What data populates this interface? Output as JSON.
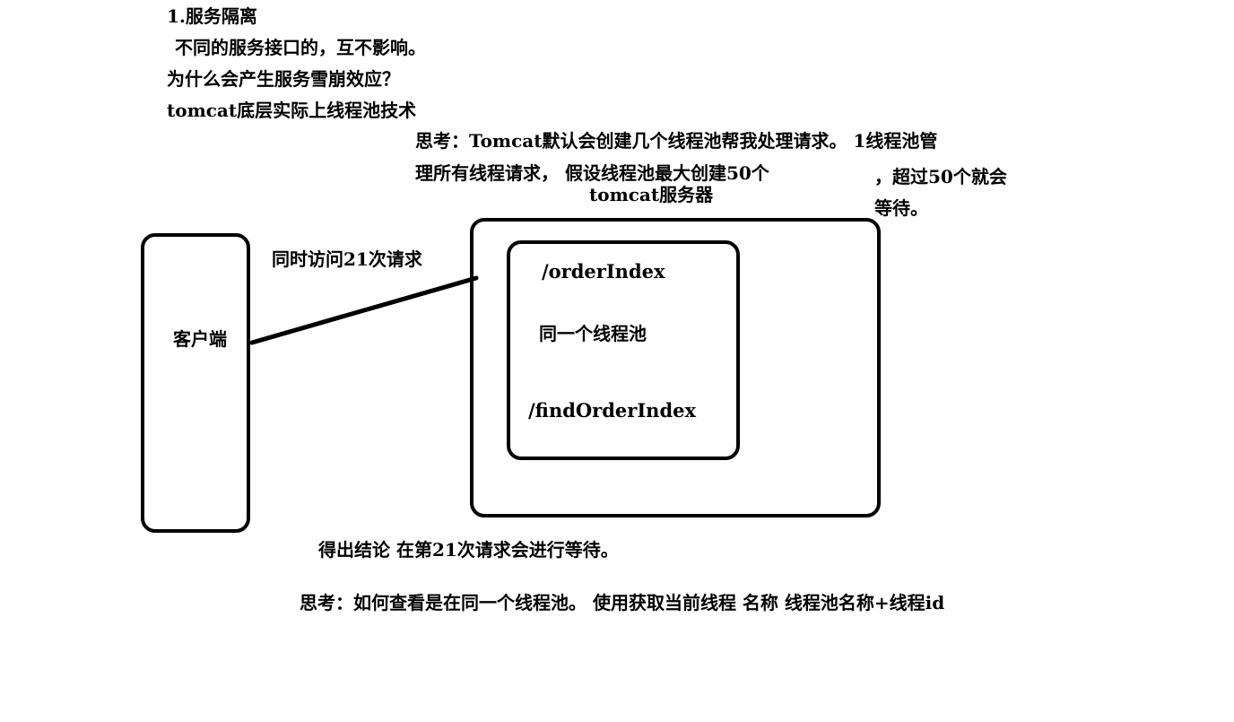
{
  "notes": {
    "heading": "1.服务隔离",
    "line1": "不同的服务接口的，互不影响。",
    "line2": "为什么会产生服务雪崩效应？",
    "line3": "tomcat底层实际上线程池技术"
  },
  "thinking": {
    "part1": "思考：Tomcat默认会创建几个线程池帮我处理请求。 1线程池管",
    "part2": "理所有线程请求， 假设线程池最大创建50个",
    "part3": "，超过50个就会",
    "part4": "等待。"
  },
  "diagram": {
    "server_label": "tomcat服务器",
    "client_label": "客户端",
    "request_label": "同时访问21次请求",
    "endpoint1": "/orderIndex",
    "pool_label": "同一个线程池",
    "endpoint2": "/findOrderIndex"
  },
  "conclusion": "得出结论 在第21次请求会进行等待。",
  "question": "思考：如何查看是在同一个线程池。 使用获取当前线程 名称 线程池名称+线程id"
}
